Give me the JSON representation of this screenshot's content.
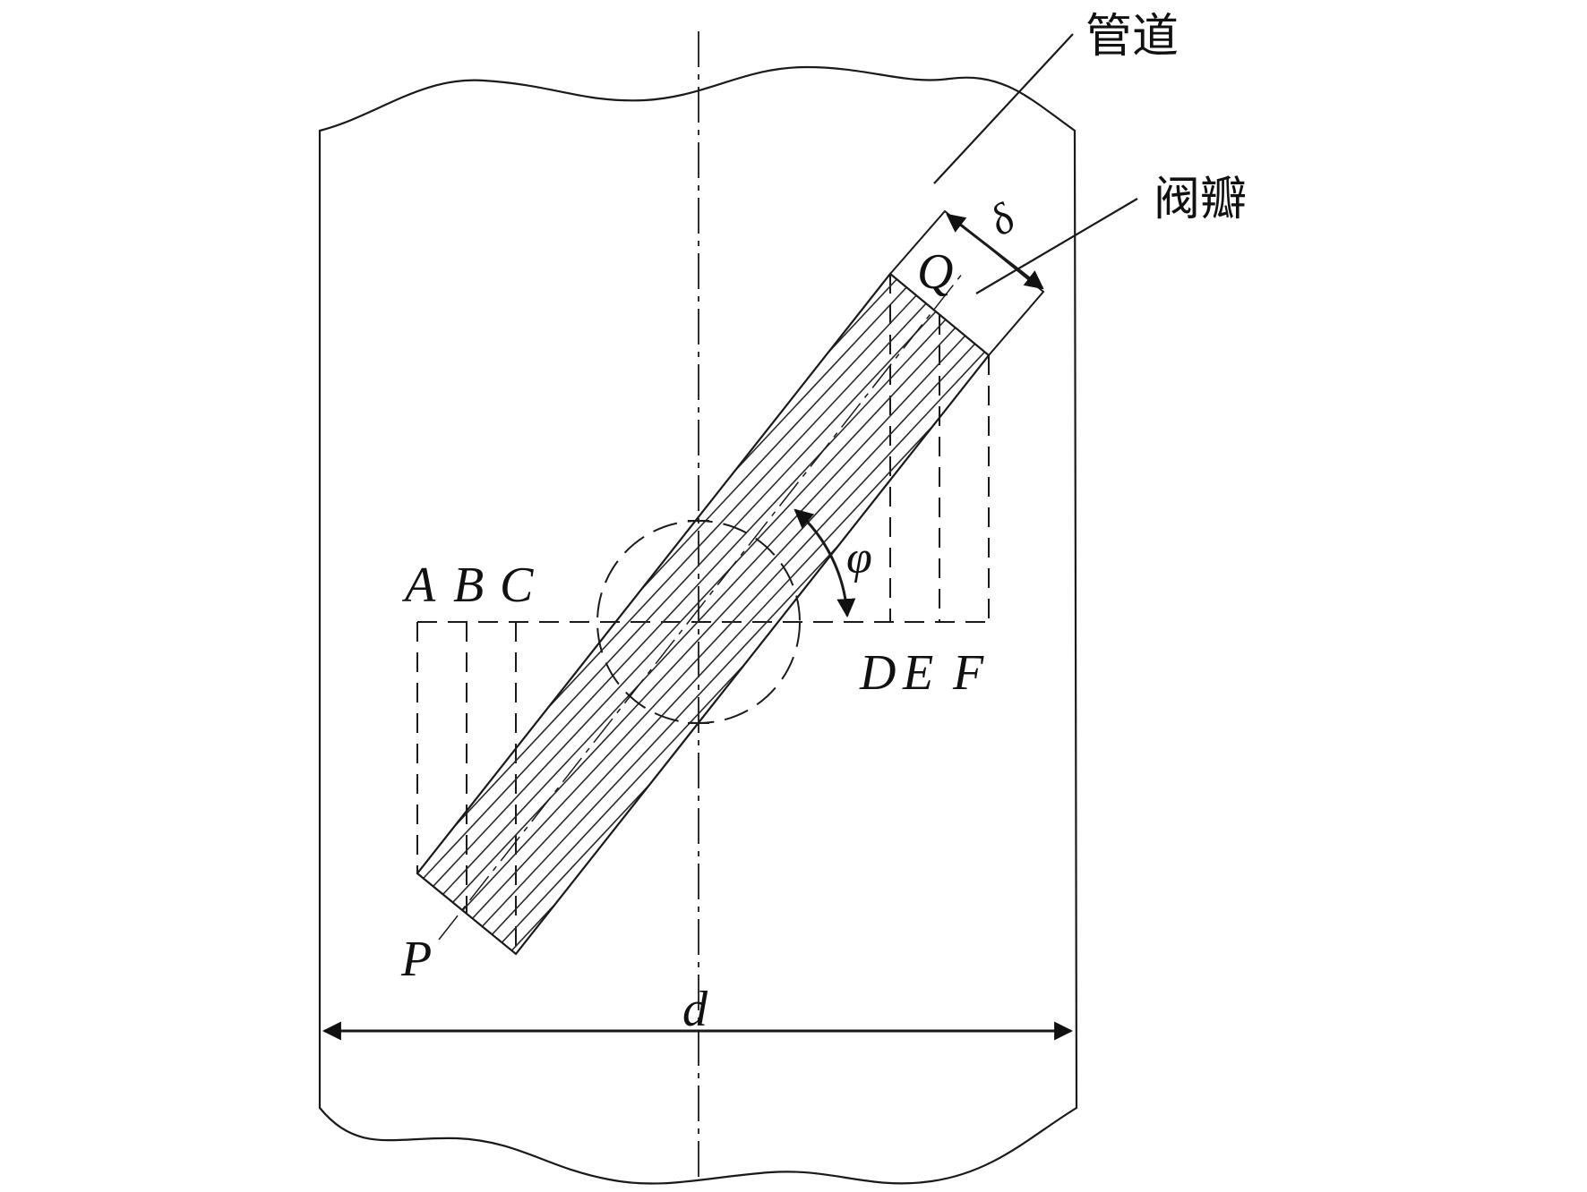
{
  "labels": {
    "pipe": "管道",
    "disc": "阀瓣",
    "delta": "δ",
    "Q": "Q",
    "P": "P",
    "A": "A",
    "B": "B",
    "C": "C",
    "D": "D",
    "E": "E",
    "F": "F",
    "phi": "φ",
    "d": "d"
  }
}
